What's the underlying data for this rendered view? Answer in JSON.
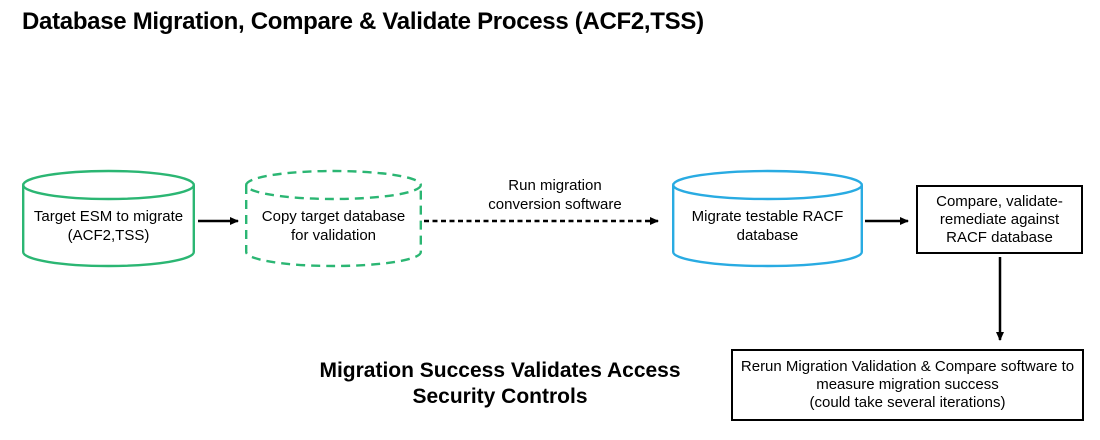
{
  "title": "Database Migration, Compare & Validate Process (ACF2,TSS)",
  "caption": {
    "lines": [
      "Migration Success Validates Access",
      "Security Controls"
    ]
  },
  "arrow_label": {
    "lines": [
      "Run migration",
      "conversion software"
    ]
  },
  "cylinders": {
    "source": {
      "lines": [
        "Target ESM to migrate",
        "(ACF2,TSS)"
      ],
      "stroke": "#2bb673",
      "style": "solid"
    },
    "copy": {
      "lines": [
        "Copy target database",
        "for validation"
      ],
      "stroke": "#2bb673",
      "style": "dashed"
    },
    "racf": {
      "lines": [
        "Migrate testable RACF",
        "database"
      ],
      "stroke": "#29abe2",
      "style": "solid"
    }
  },
  "boxes": {
    "compare": {
      "lines": [
        "Compare, validate-",
        "remediate against",
        "RACF database"
      ]
    },
    "rerun": {
      "lines": [
        "Rerun Migration Validation & Compare software to",
        "measure migration success",
        "(could take several iterations)"
      ]
    }
  },
  "colors": {
    "green": "#2bb673",
    "blue": "#29abe2",
    "arrow": "#000000",
    "text": "#000000",
    "background": "#ffffff"
  }
}
